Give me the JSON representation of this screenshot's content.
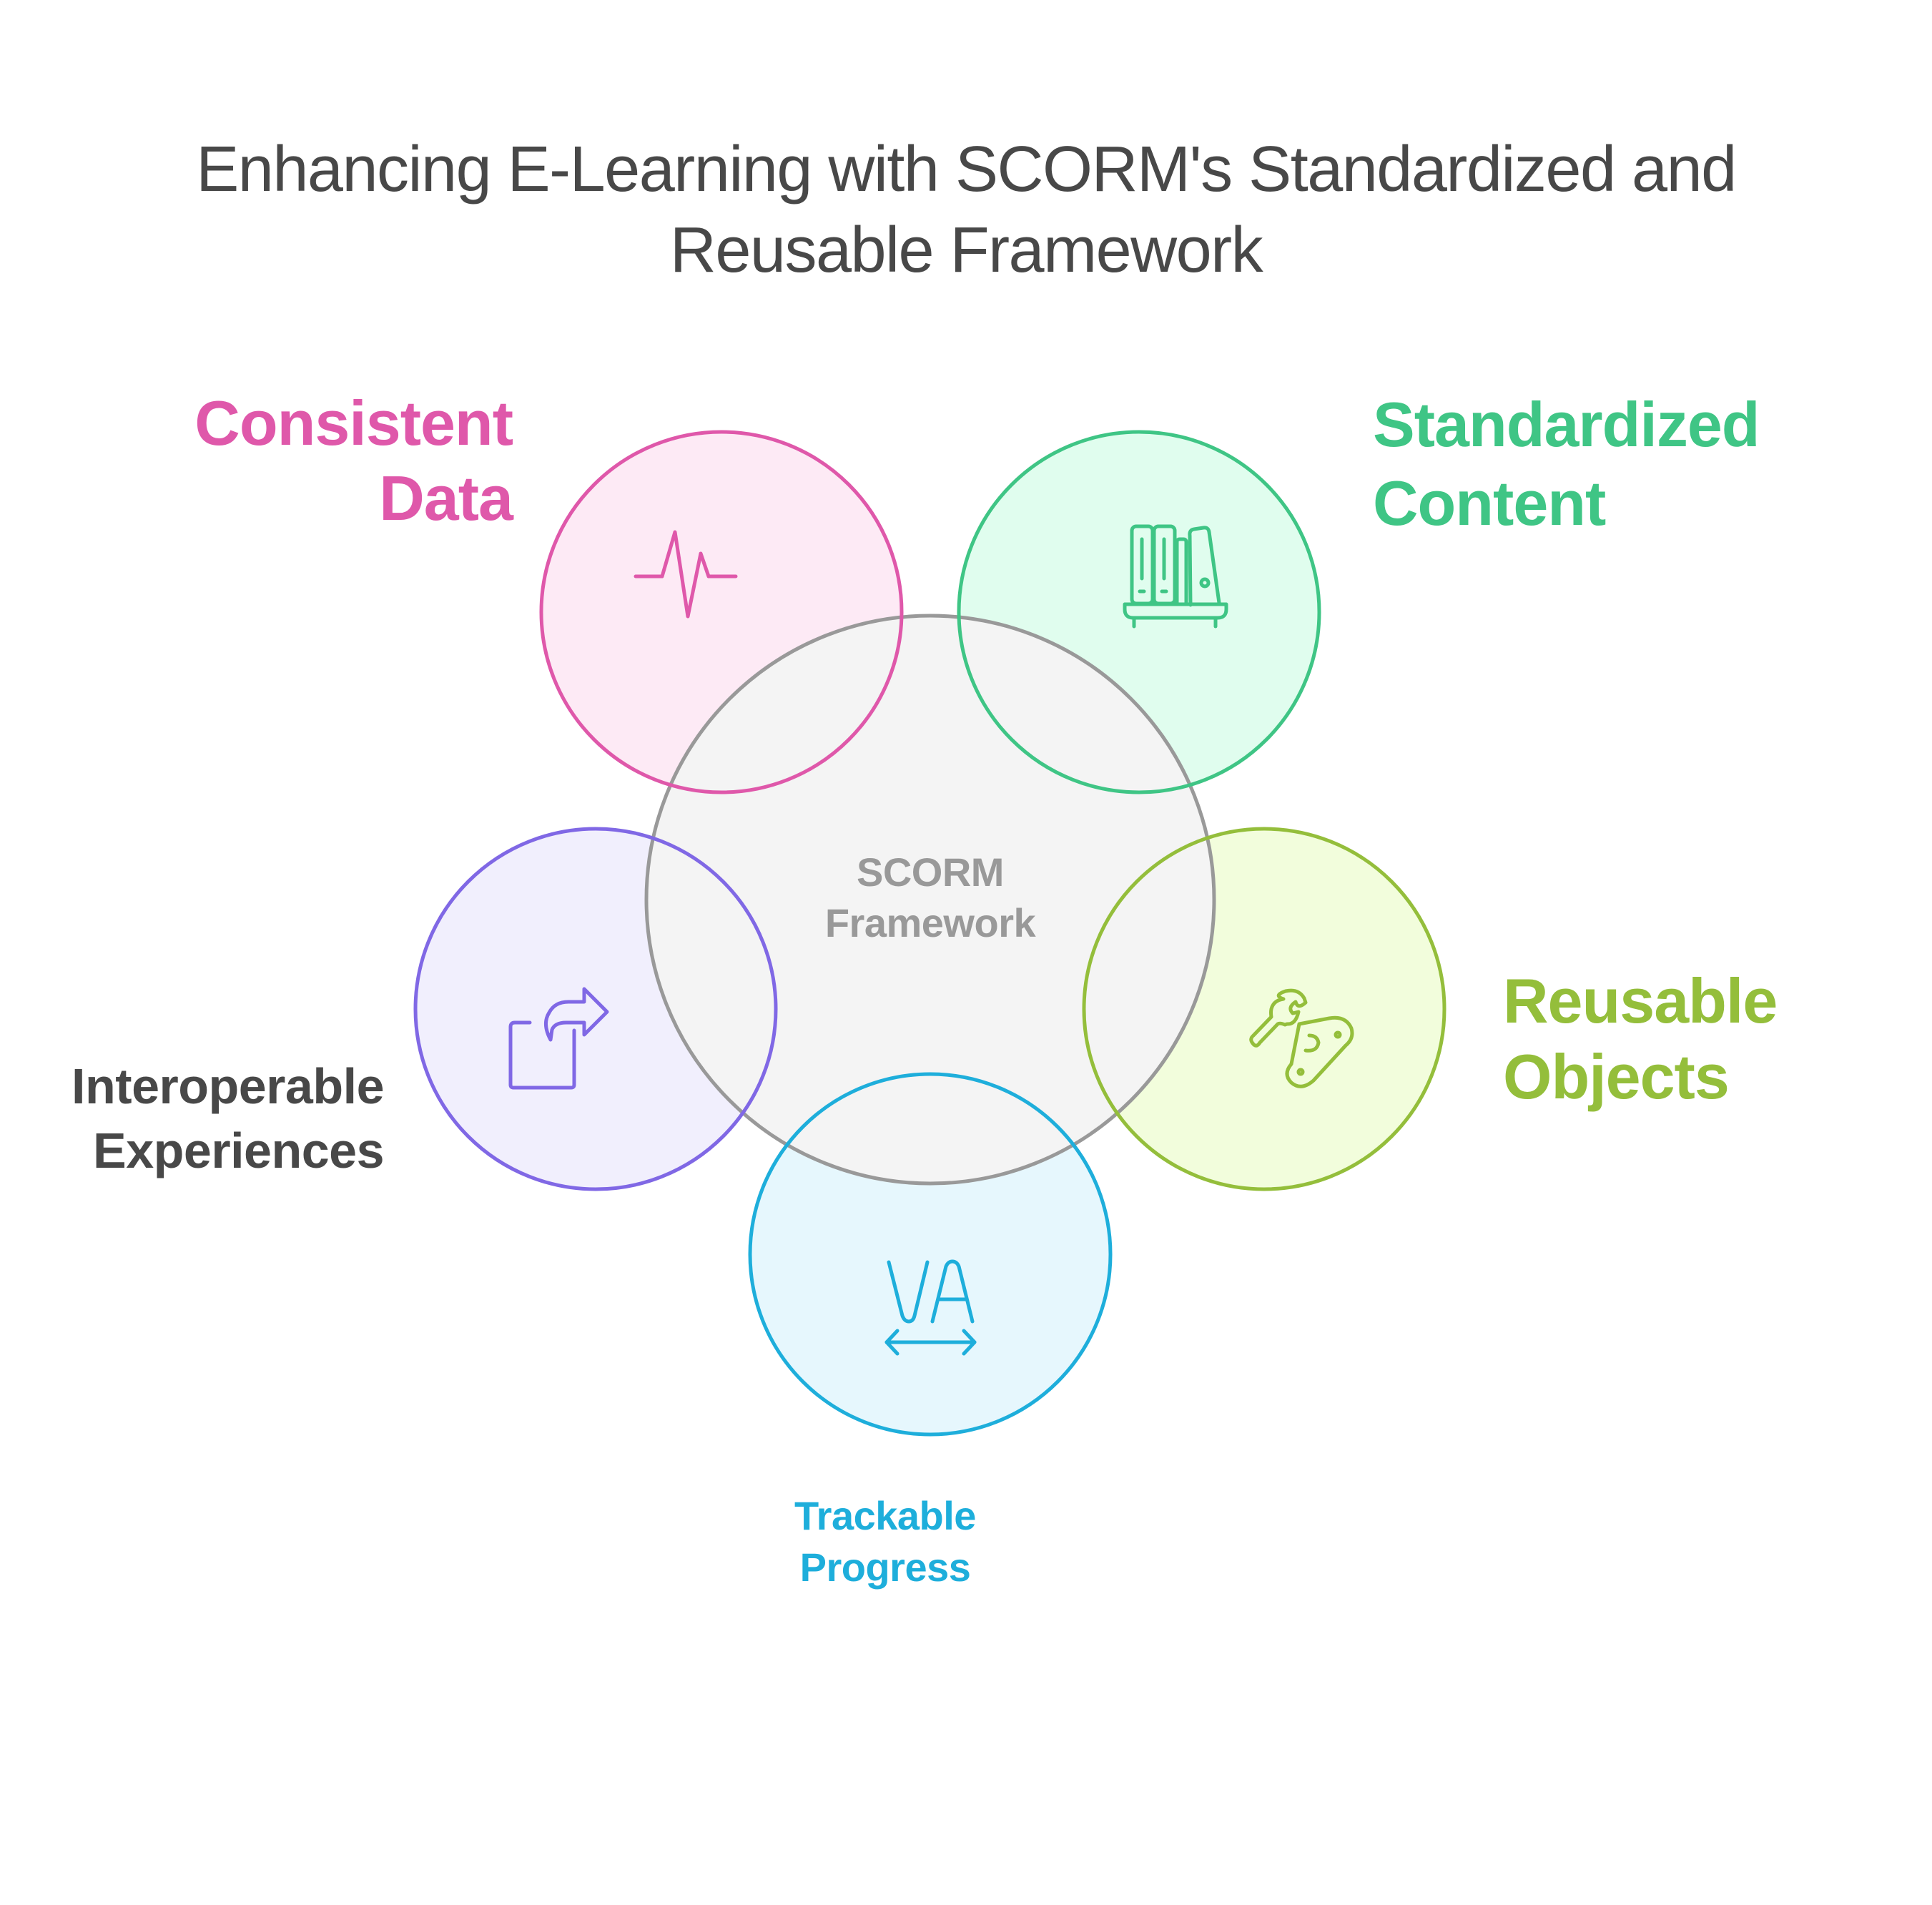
{
  "title": {
    "line1": "Enhancing E-Learning with SCORM's Standardized and",
    "line2": "Reusable Framework"
  },
  "center": {
    "line1": "SCORM",
    "line2": "Framework",
    "text_color": "#999999",
    "fill": "#f4f4f4",
    "stroke": "#999999"
  },
  "nodes": [
    {
      "id": "consistent-data",
      "lines": [
        "Consistent",
        "Data"
      ],
      "icon": "heartbeat-icon",
      "stroke": "#df58aa",
      "fill": "#fdeaf5",
      "label_color": "#df58aa"
    },
    {
      "id": "standardized-content",
      "lines": [
        "Standardized",
        "Content"
      ],
      "icon": "bookshelf-icon",
      "stroke": "#3fc585",
      "fill": "#e0fdee",
      "label_color": "#3fc585"
    },
    {
      "id": "reusable-objects",
      "lines": [
        "Reusable",
        "Objects"
      ],
      "icon": "tools-icon",
      "stroke": "#94be3b",
      "fill": "#f2fddc",
      "label_color": "#94be3b"
    },
    {
      "id": "trackable-progress",
      "lines": [
        "Trackable",
        "Progress"
      ],
      "icon": "text-width-icon",
      "stroke": "#1eaedb",
      "fill": "#e6f7fd",
      "label_color": "#1eaedb"
    },
    {
      "id": "interoperable-experiences",
      "lines": [
        "Interoperable",
        "Experiences"
      ],
      "icon": "share-export-icon",
      "stroke": "#8068e5",
      "fill": "#f1effd",
      "label_color": "#484848"
    }
  ],
  "icons": {
    "va_text": "VA"
  }
}
